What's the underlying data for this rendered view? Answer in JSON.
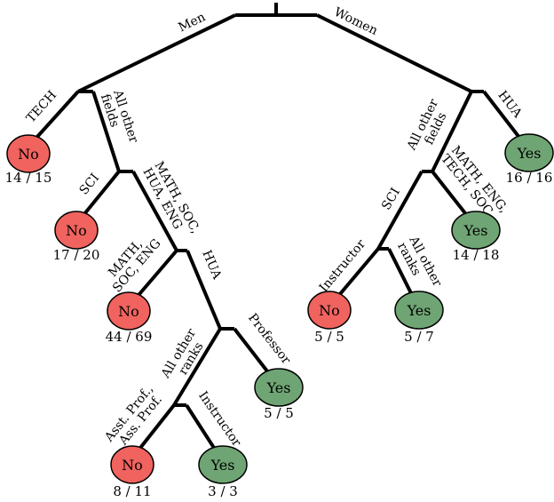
{
  "colors": {
    "no": "#f0635e",
    "yes": "#6fa574",
    "line": "#000000"
  },
  "edges": {
    "men": "Men",
    "women": "Women",
    "tech": "TECH",
    "all_other_fields_men_1": "All other",
    "all_other_fields_men_2": "fields",
    "sci_men": "SCI",
    "math_soc_hua_eng_1": "MATH, SOC,",
    "math_soc_hua_eng_2": "HUA, ENG",
    "math_soc_eng_1": "MATH,",
    "math_soc_eng_2": "SOC, ENG",
    "hua_men": "HUA",
    "all_other_ranks_men_1": "All other",
    "all_other_ranks_men_2": "ranks",
    "professor": "Professor",
    "asst_ass_prof_1": "Asst. Prof.,",
    "asst_ass_prof_2": "Ass. Prof.",
    "instructor_men": "Instructor",
    "all_other_fields_women_1": "All other",
    "all_other_fields_women_2": "fields",
    "hua_women": "HUA",
    "sci_women": "SCI",
    "math_eng_tech_soc_1": "MATH, ENG,",
    "math_eng_tech_soc_2": "TECH, SOC",
    "instructor_women": "Instructor",
    "all_other_ranks_women_1": "All other",
    "all_other_ranks_women_2": "ranks"
  },
  "leaves": [
    {
      "id": "men-tech",
      "label": "No",
      "count": "14 / 15",
      "outcome": "no"
    },
    {
      "id": "men-sci",
      "label": "No",
      "count": "17 / 20",
      "outcome": "no"
    },
    {
      "id": "men-math-soc-eng",
      "label": "No",
      "count": "44 / 69",
      "outcome": "no"
    },
    {
      "id": "men-hua-professor",
      "label": "Yes",
      "count": "5 / 5",
      "outcome": "yes"
    },
    {
      "id": "men-hua-asst-ass-prof",
      "label": "No",
      "count": "8 / 11",
      "outcome": "no"
    },
    {
      "id": "men-hua-instructor",
      "label": "Yes",
      "count": "3 / 3",
      "outcome": "yes"
    },
    {
      "id": "women-hua",
      "label": "Yes",
      "count": "16 / 16",
      "outcome": "yes"
    },
    {
      "id": "women-math-eng-tech-soc",
      "label": "Yes",
      "count": "14 / 18",
      "outcome": "yes"
    },
    {
      "id": "women-sci-instructor",
      "label": "No",
      "count": "5 / 5",
      "outcome": "no"
    },
    {
      "id": "women-sci-other-ranks",
      "label": "Yes",
      "count": "5 / 7",
      "outcome": "yes"
    }
  ]
}
